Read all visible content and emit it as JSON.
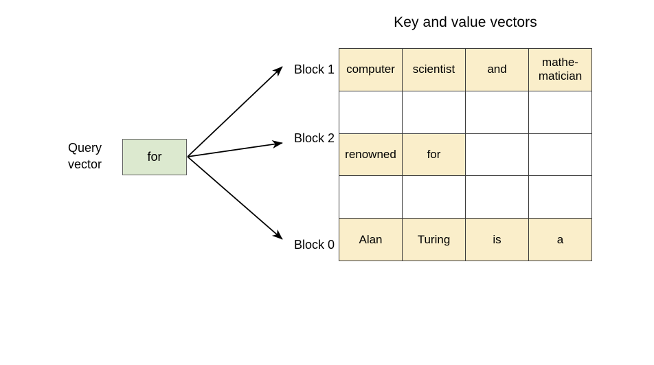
{
  "diagram": {
    "title": "Key and value vectors",
    "query": {
      "label_line1": "Query",
      "label_line2": "vector",
      "token": "for",
      "box_color": "#dce9cf"
    },
    "blocks": [
      {
        "name": "block-1",
        "label": "Block 1"
      },
      {
        "name": "block-2",
        "label": "Block 2"
      },
      {
        "name": "block-0",
        "label": "Block 0"
      }
    ],
    "arrow_color": "#000000",
    "filled_cell_color": "#faeeca",
    "empty_cell_color": "#ffffff",
    "border_color": "#3a3a3a",
    "grid": {
      "rows": 5,
      "columns": 4,
      "cells": [
        [
          {
            "text": "computer",
            "filled": true
          },
          {
            "text": "scientist",
            "filled": true
          },
          {
            "text": "and",
            "filled": true
          },
          {
            "text": "mathe-\nmatician",
            "filled": true
          }
        ],
        [
          {
            "text": "",
            "filled": false
          },
          {
            "text": "",
            "filled": false
          },
          {
            "text": "",
            "filled": false
          },
          {
            "text": "",
            "filled": false
          }
        ],
        [
          {
            "text": "renowned",
            "filled": true
          },
          {
            "text": "for",
            "filled": true
          },
          {
            "text": "",
            "filled": false
          },
          {
            "text": "",
            "filled": false
          }
        ],
        [
          {
            "text": "",
            "filled": false
          },
          {
            "text": "",
            "filled": false
          },
          {
            "text": "",
            "filled": false
          },
          {
            "text": "",
            "filled": false
          }
        ],
        [
          {
            "text": "",
            "filled": false
          },
          {
            "text": "",
            "filled": false
          },
          {
            "text": "",
            "filled": false
          },
          {
            "text": "",
            "filled": false
          }
        ],
        [
          {
            "text": "Alan",
            "filled": true
          },
          {
            "text": "Turing",
            "filled": true
          },
          {
            "text": "is",
            "filled": true
          },
          {
            "text": "a",
            "filled": true
          }
        ]
      ]
    }
  }
}
